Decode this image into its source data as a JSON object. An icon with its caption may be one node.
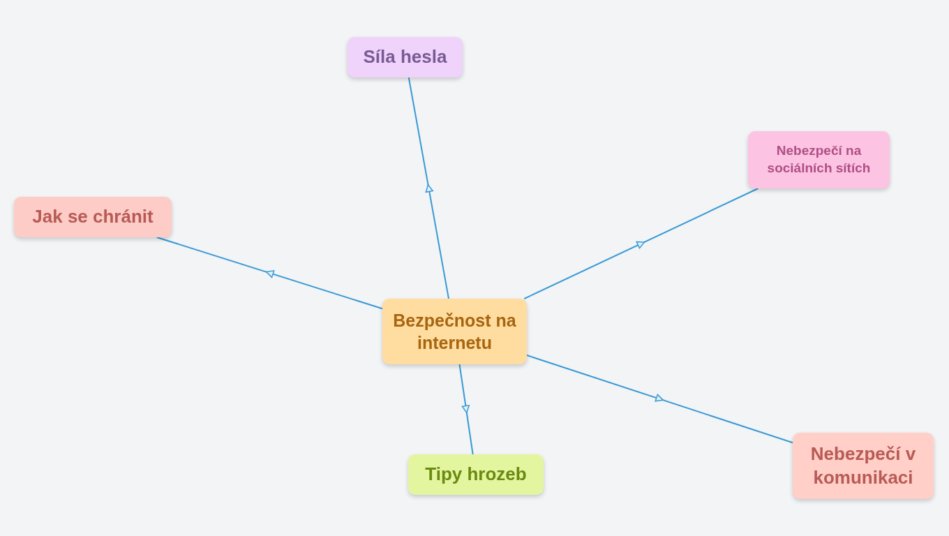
{
  "diagram": {
    "nodes": [
      {
        "text": [
          "Bezpečnost na internetu"
        ]
      },
      {
        "text": [
          "Síla hesla"
        ]
      },
      {
        "text": [
          "Nebezpečí na sociálních sítích"
        ]
      },
      {
        "text": [
          "Jak se chránit"
        ]
      },
      {
        "text": [
          "Tipy hrozeb"
        ]
      },
      {
        "text": [
          "Nebezpečí v komunikaci"
        ]
      }
    ],
    "edges": [
      {
        "from": 0,
        "to": 1,
        "arrow": "to"
      },
      {
        "from": 0,
        "to": 2,
        "arrow": "to"
      },
      {
        "from": 0,
        "to": 3,
        "arrow": "to"
      },
      {
        "from": 0,
        "to": 4,
        "arrow": "to"
      },
      {
        "from": 0,
        "to": 5,
        "arrow": "to"
      }
    ]
  }
}
